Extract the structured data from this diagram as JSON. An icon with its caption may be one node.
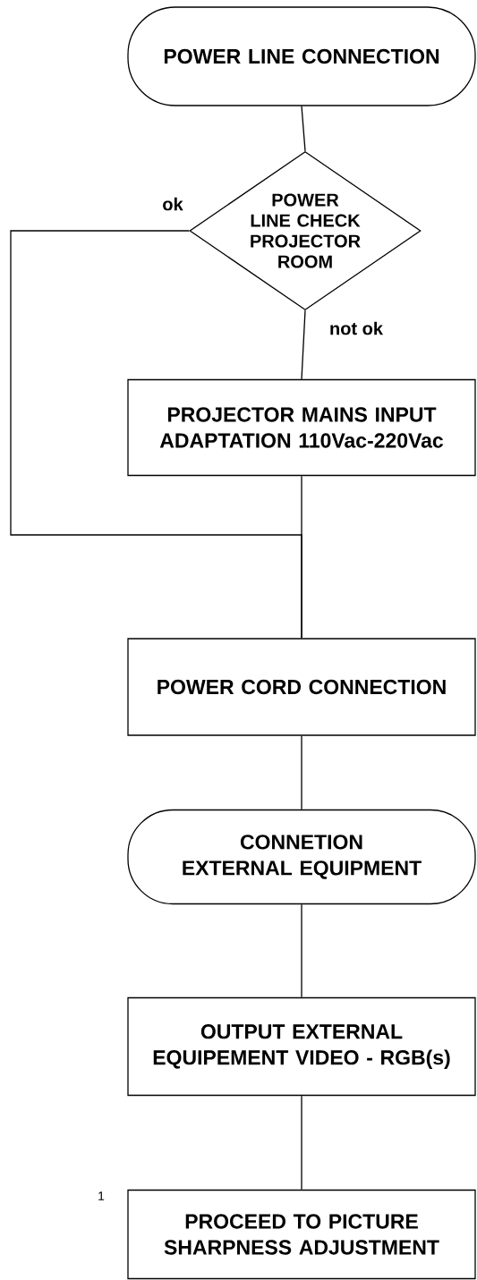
{
  "diagram": {
    "nodes": [
      {
        "text": [
          "POWER LINE CONNECTION"
        ]
      },
      {
        "text": [
          "POWER LINE CHECK PROJECTOR ROOM"
        ]
      },
      {
        "text": [
          "PROJECTOR MAINS INPUT ADAPTATION 110Vac-220Vac"
        ]
      },
      {
        "text": [
          "POWER CORD CONNECTION"
        ]
      },
      {
        "text": [
          "CONNETION EXTERNAL EQUIPMENT"
        ]
      },
      {
        "text": [
          "OUTPUT  EXTERNAL EQUIPEMENT VIDEO - RGB(s)"
        ]
      },
      {
        "text": [
          "PROCEED TO PICTURE SHARPNESS ADJUSTMENT"
        ]
      }
    ],
    "edges": [
      {
        "from": 0,
        "to": 1,
        "arrow": "none"
      },
      {
        "from": 1,
        "to": 2,
        "arrow": "none",
        "label": "not ok"
      },
      {
        "from": 1,
        "to": 3,
        "arrow": "none",
        "label": "ok"
      },
      {
        "from": 2,
        "to": 3,
        "arrow": "none"
      },
      {
        "from": 3,
        "to": 4,
        "arrow": "none"
      },
      {
        "from": 4,
        "to": 5,
        "arrow": "none"
      },
      {
        "from": 5,
        "to": 6,
        "arrow": "none"
      }
    ],
    "labels": [
      "1"
    ]
  }
}
